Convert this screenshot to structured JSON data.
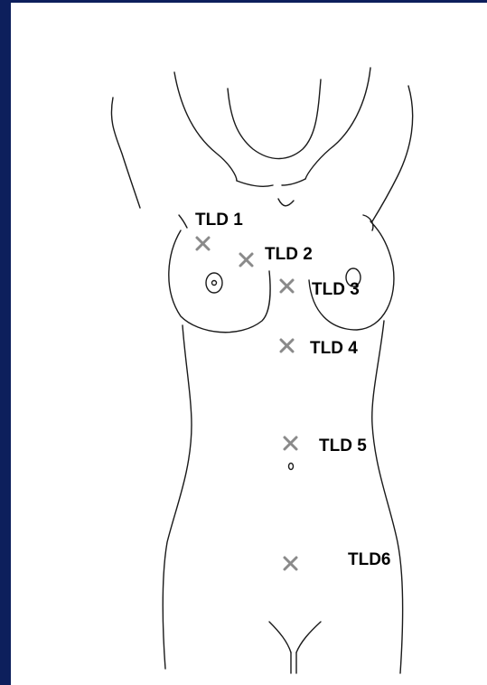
{
  "colors": {
    "border": "#0d1f5c",
    "background": "#ffffff",
    "outline": "#1a1a1a",
    "marker": "#8a8a8a",
    "label": "#000000"
  },
  "dosimeters": [
    {
      "id": "tld1",
      "label": "TLD 1"
    },
    {
      "id": "tld2",
      "label": "TLD 2"
    },
    {
      "id": "tld3",
      "label": "TLD 3"
    },
    {
      "id": "tld4",
      "label": "TLD 4"
    },
    {
      "id": "tld5",
      "label": "TLD 5"
    },
    {
      "id": "tld6",
      "label": "TLD6"
    }
  ]
}
